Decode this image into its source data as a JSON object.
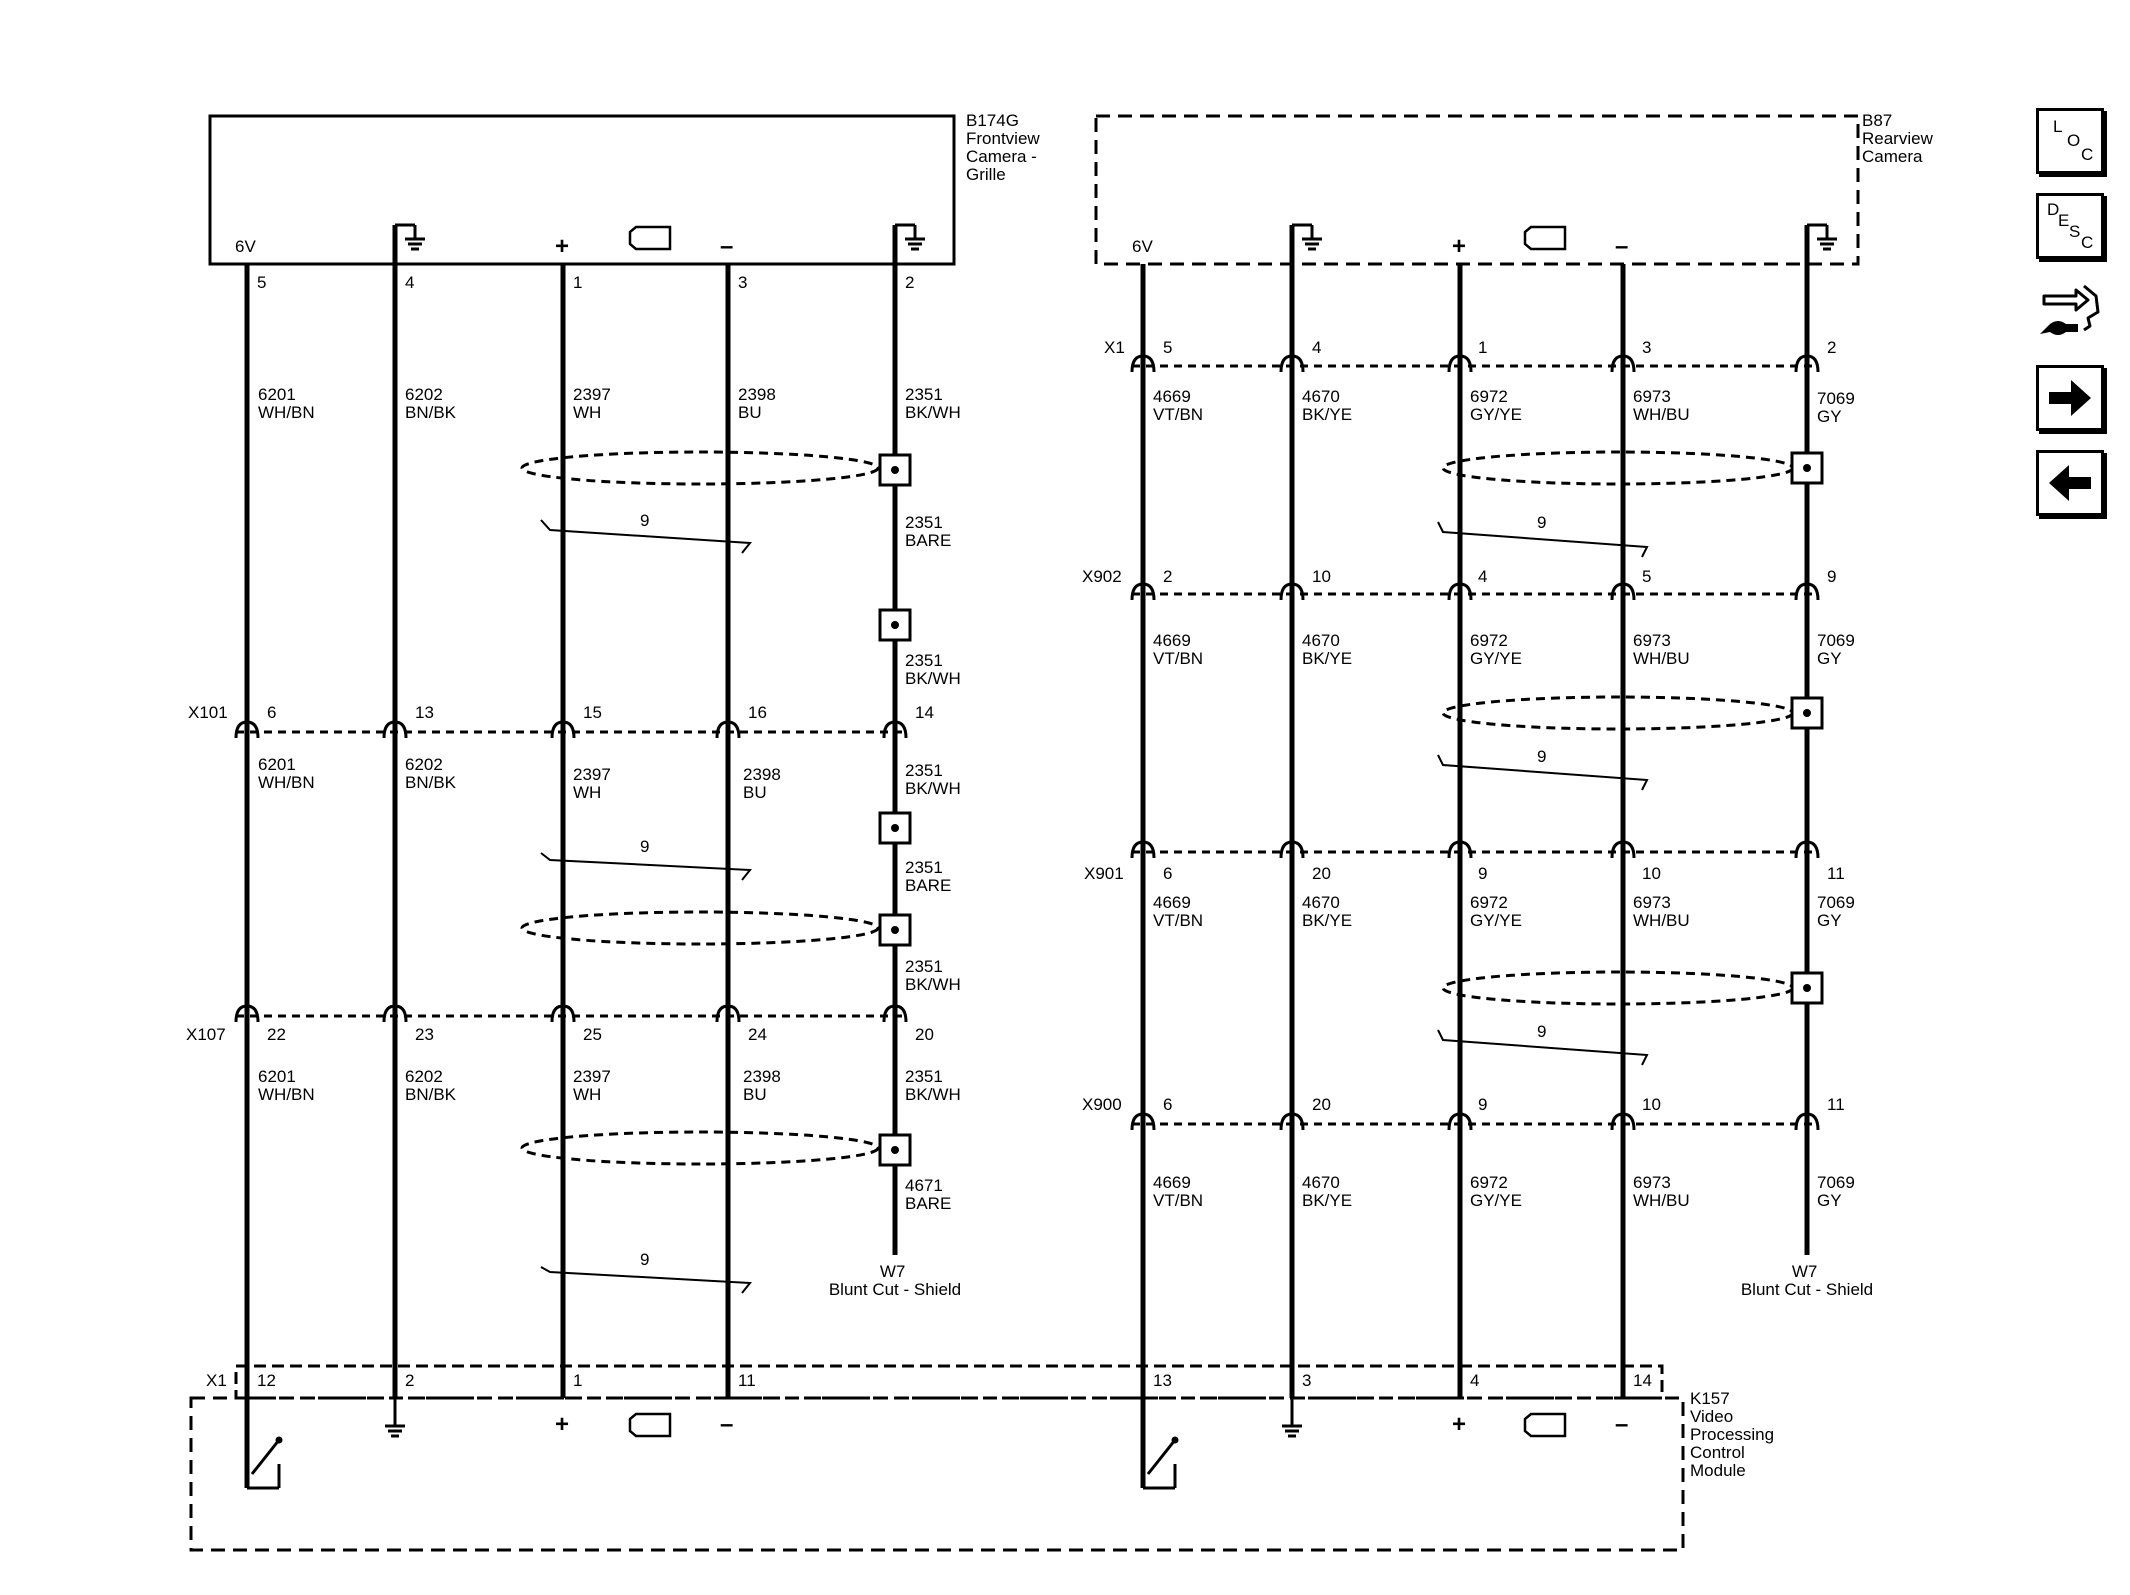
{
  "components": {
    "b174g": [
      "B174G",
      "Frontview",
      "Camera -",
      "Grille"
    ],
    "b87": [
      "B87",
      "Rearview",
      "Camera"
    ],
    "k157": [
      "K157",
      "Video",
      "Processing",
      "Control",
      "Module"
    ]
  },
  "symbols": {
    "v6": "6V",
    "plus": "+",
    "minus": "–"
  },
  "connectors": {
    "x1": "X1",
    "x902": "X902",
    "x901": "X901",
    "x900": "X900",
    "x101": "X101",
    "x107": "X107"
  },
  "shield": {
    "code": "W7",
    "text": "Blunt Cut - Shield"
  },
  "twist": "9",
  "pins": {
    "b174g": [
      "5",
      "4",
      "1",
      "3",
      "2"
    ],
    "b87_x1": [
      "5",
      "4",
      "1",
      "3",
      "2"
    ],
    "x902": [
      "2",
      "10",
      "4",
      "5",
      "9"
    ],
    "x901": [
      "6",
      "20",
      "9",
      "10",
      "11"
    ],
    "x900": [
      "6",
      "20",
      "9",
      "10",
      "11"
    ],
    "x101": [
      "6",
      "13",
      "15",
      "16",
      "14"
    ],
    "x107": [
      "22",
      "23",
      "25",
      "24",
      "20"
    ],
    "k157_left": [
      "12",
      "2",
      "1",
      "11"
    ],
    "k157_right": [
      "13",
      "3",
      "4",
      "14"
    ]
  },
  "wires": {
    "w6201": [
      "6201",
      "WH/BN"
    ],
    "w6202": [
      "6202",
      "BN/BK"
    ],
    "w2397": [
      "2397",
      "WH"
    ],
    "w2398": [
      "2398",
      "BU"
    ],
    "w2351a": [
      "2351",
      "BK/WH"
    ],
    "w2351b": [
      "2351",
      "BARE"
    ],
    "w4671": [
      "4671",
      "BARE"
    ],
    "w4669": [
      "4669",
      "VT/BN"
    ],
    "w4670": [
      "4670",
      "BK/YE"
    ],
    "w6972": [
      "6972",
      "GY/YE"
    ],
    "w6973": [
      "6973",
      "WH/BU"
    ],
    "w7069": [
      "7069",
      "GY"
    ]
  },
  "nav": {
    "loc": [
      "L",
      "O",
      "C"
    ],
    "desc": [
      "D",
      "E",
      "S",
      "C"
    ],
    "icons": [
      "connector-tool-icon",
      "arrow-right-icon",
      "arrow-left-icon"
    ]
  }
}
